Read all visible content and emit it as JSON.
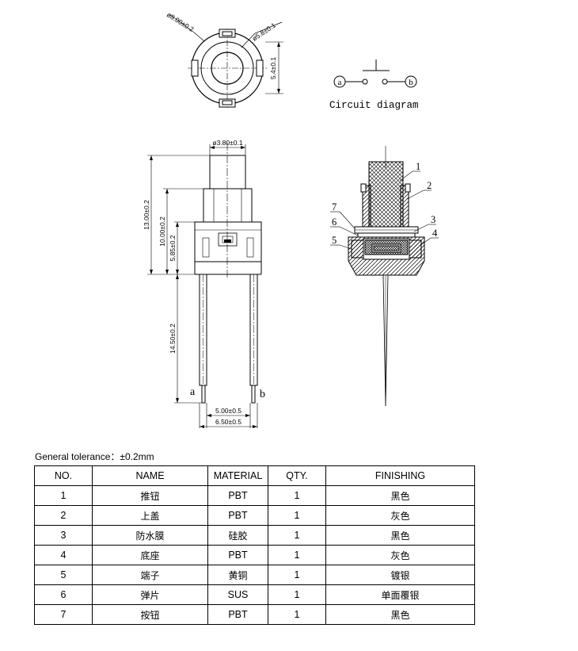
{
  "top_view": {
    "outer_dia": "ø8.00±0.2",
    "inner_dia": "ø5.8±0.1",
    "height": "5.4±0.1"
  },
  "circuit": {
    "terminal_a": "a",
    "terminal_b": "b",
    "caption": "Circuit diagram"
  },
  "front_view": {
    "cap_dia": "ø3.80±0.1",
    "total_height": "13.00±0.2",
    "body_height": "10.00±0.2",
    "base_height": "5.85±0.2",
    "pin_length": "14.50±0.2",
    "pin_a": "a",
    "pin_b": "b",
    "pin_pitch": "5.00±0.5",
    "pin_span": "6.50±0.5"
  },
  "section_view": {
    "callouts": [
      "1",
      "2",
      "3",
      "4",
      "5",
      "6",
      "7"
    ]
  },
  "tolerance_note": "General tolerance：±0.2mm",
  "bom": {
    "headers": [
      "NO.",
      "NAME",
      "MATERIAL",
      "QTY.",
      "FINISHING"
    ],
    "rows": [
      [
        "1",
        "推钮",
        "PBT",
        "1",
        "黑色"
      ],
      [
        "2",
        "上盖",
        "PBT",
        "1",
        "灰色"
      ],
      [
        "3",
        "防水膜",
        "硅胶",
        "1",
        "黑色"
      ],
      [
        "4",
        "底座",
        "PBT",
        "1",
        "灰色"
      ],
      [
        "5",
        "端子",
        "黄铜",
        "1",
        "镀银"
      ],
      [
        "6",
        "弹片",
        "SUS",
        "1",
        "单面覆银"
      ],
      [
        "7",
        "按钮",
        "PBT",
        "1",
        "黑色"
      ]
    ]
  }
}
